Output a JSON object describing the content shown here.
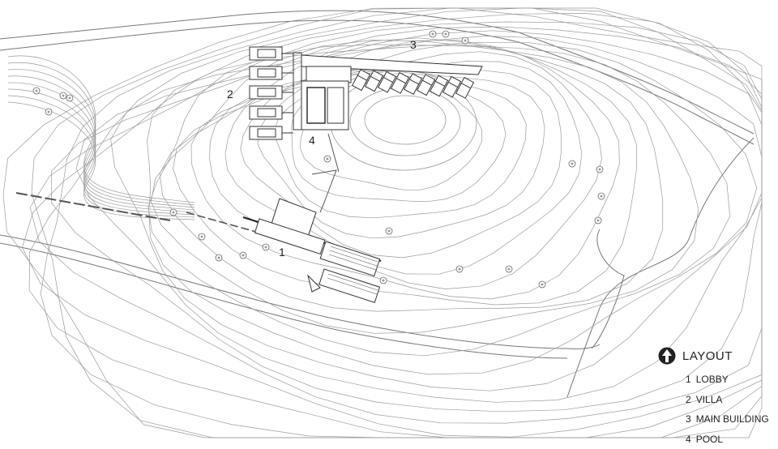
{
  "labels": [
    {
      "number": "1"
    },
    {
      "number": "2"
    },
    {
      "number": "3"
    },
    {
      "number": "4"
    }
  ],
  "legend": {
    "title": "LAYOUT",
    "icon": "north-arrow-icon",
    "items": [
      {
        "number": "1",
        "name": "LOBBY"
      },
      {
        "number": "2",
        "name": "VILLA"
      },
      {
        "number": "3",
        "name": "MAIN BUILDING"
      },
      {
        "number": "4",
        "name": "POOL"
      }
    ]
  },
  "colors": {
    "line": "#8a8a8a",
    "dark": "#222222",
    "background": "#ffffff"
  }
}
